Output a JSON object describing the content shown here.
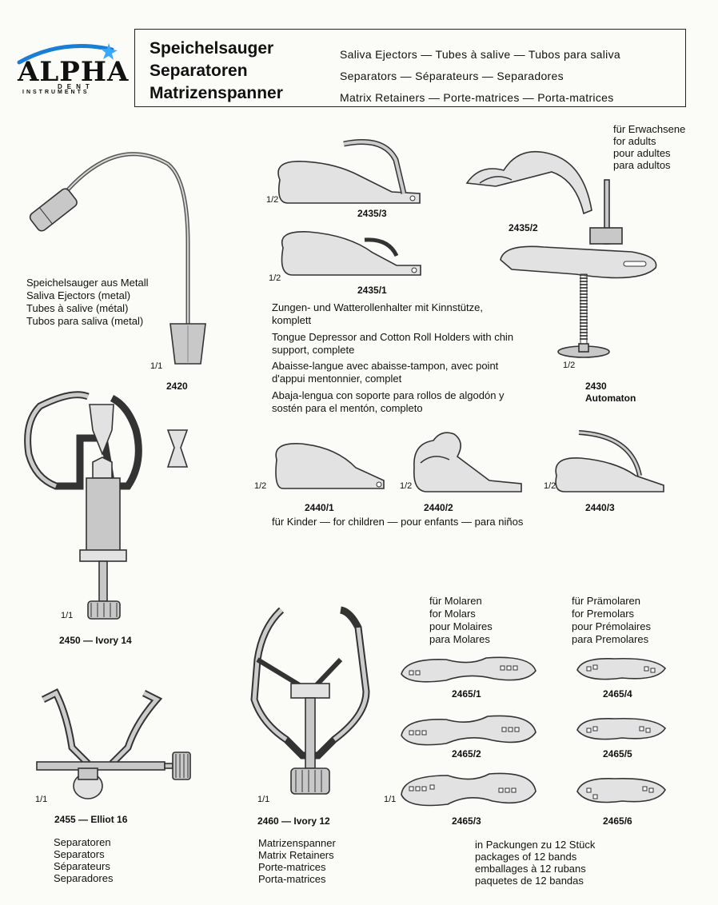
{
  "logo": {
    "brand": "ALPHA",
    "sub1": "DENT",
    "sub2": "INSTRUMENTS"
  },
  "header": {
    "titles_de": [
      "Speichelsauger",
      "Separatoren",
      "Matrizenspanner"
    ],
    "titles_ml": [
      "Saliva Ejectors — Tubes à salive — Tubos para saliva",
      "Separators — Séparateurs — Separadores",
      "Matrix Retainers — Porte-matrices — Porta-matrices"
    ]
  },
  "ejector": {
    "desc": [
      "Speichelsauger aus Metall",
      "Saliva Ejectors (metal)",
      "Tubes à salive (métal)",
      "Tubos para saliva (metal)"
    ],
    "scale": "1/1",
    "code": "2420"
  },
  "depressors": {
    "i2435_3": {
      "code": "2435/3",
      "scale": "1/2"
    },
    "i2435_1": {
      "code": "2435/1",
      "scale": "1/2"
    },
    "i2435_2": {
      "code": "2435/2"
    },
    "adults": [
      "für Erwachsene",
      "for adults",
      "pour adultes",
      "para adultos"
    ],
    "desc_de": [
      "Zungen- und Watterollenhalter mit Kinnstütze,",
      "komplett"
    ],
    "desc_en": [
      "Tongue Depressor and Cotton Roll Holders with chin",
      "support, complete"
    ],
    "desc_fr": [
      "Abaisse-langue avec abaisse-tampon, avec point",
      "d'appui mentonnier, complet"
    ],
    "desc_es": [
      "Abaja-lengua con soporte para rollos de algodón y",
      "sostén para el mentón, completo"
    ],
    "automaton": {
      "scale": "1/2",
      "code": "2430",
      "name": "Automaton"
    }
  },
  "children": {
    "items": [
      {
        "code": "2440/1",
        "scale": "1/2"
      },
      {
        "code": "2440/2",
        "scale": "1/2"
      },
      {
        "code": "2440/3",
        "scale": "1/2"
      }
    ],
    "caption": "für Kinder — for children — pour enfants — para niños"
  },
  "ivory14": {
    "scale": "1/1",
    "label": "2450 — Ivory 14"
  },
  "elliot16": {
    "scale": "1/1",
    "label": "2455 — Elliot 16",
    "desc": [
      "Separatoren",
      "Separators",
      "Séparateurs",
      "Separadores"
    ]
  },
  "ivory12": {
    "scale": "1/1",
    "label": "2460 — Ivory 12",
    "desc": [
      "Matrizenspanner",
      "Matrix Retainers",
      "Porte-matrices",
      "Porta-matrices"
    ]
  },
  "bands": {
    "molars": [
      "für Molaren",
      "for Molars",
      "pour Molaires",
      "para Molares"
    ],
    "premolars": [
      "für Prämolaren",
      "for Premolars",
      "pour Prémolaires",
      "para Premolares"
    ],
    "scale": "1/1",
    "codes": [
      "2465/1",
      "2465/2",
      "2465/3",
      "2465/4",
      "2465/5",
      "2465/6"
    ],
    "packaging": [
      "in Packungen zu 12 Stück",
      "packages of 12 bands",
      "emballages à 12 rubans",
      "paquetes de 12 bandas"
    ]
  }
}
